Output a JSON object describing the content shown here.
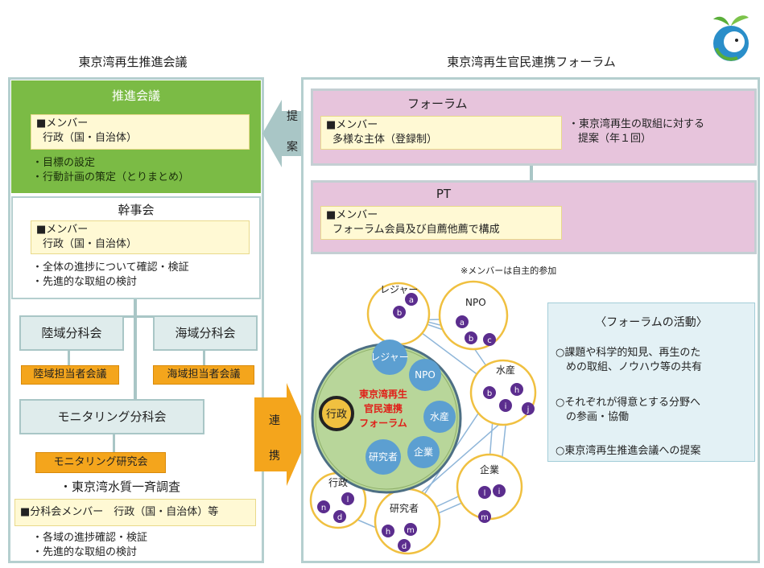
{
  "left": {
    "title": "東京湾再生推進会議",
    "suishin": {
      "head": "推進会議",
      "member_title": "■メンバー",
      "member_body": "行政（国・自治体）",
      "bullets": [
        "・目標の設定",
        "・行動計画の策定（とりまとめ）"
      ]
    },
    "kanji": {
      "head": "幹事会",
      "member_title": "■メンバー",
      "member_body": "行政（国・自治体）",
      "bullets": [
        "・全体の進捗について確認・検証",
        "・先進的な取組の検討"
      ]
    },
    "rikuiki": "陸域分科会",
    "kaiiki": "海域分科会",
    "rikuiki_tanto": "陸域担当者会議",
    "kaiiki_tanto": "海域担当者会議",
    "monitoring": "モニタリング分科会",
    "monitoring_kenkyu": "モニタリング研究会",
    "survey": "・東京湾水質一斉調査",
    "bunkakai_member": "■分科会メンバー　行政（国・自治体）等",
    "bullets": [
      "・各域の進捗確認・検証",
      "・先進的な取組の検討"
    ]
  },
  "arrows": {
    "teian": [
      "提",
      "案"
    ],
    "renkei": [
      "連",
      "携"
    ]
  },
  "right": {
    "title": "東京湾再生官民連携フォーラム",
    "forum": {
      "head": "フォーラム",
      "member_title": "■メンバー",
      "member_body": "多様な主体（登録制）",
      "note_line1": "・東京湾再生の取組に対する",
      "note_line2": "提案（年１回）"
    },
    "pt": {
      "head": "PT",
      "member_title": "■メンバー",
      "member_body": "フォーラム会員及び自薦他薦で構成"
    },
    "footnote": "※メンバーは自主的参加",
    "network": {
      "center_lines": [
        "東京湾再生",
        "官民連携",
        "フォーラム"
      ],
      "gyosei_center": "行政",
      "inner": [
        "レジャー",
        "NPO",
        "水産",
        "企業",
        "研究者"
      ],
      "groups": [
        "レジャー",
        "NPO",
        "水産",
        "企業",
        "研究者",
        "行政"
      ],
      "dots": [
        "a",
        "b",
        "a",
        "b",
        "c",
        "b",
        "h",
        "i",
        "j",
        "l",
        "i",
        "m",
        "h",
        "m",
        "d",
        "n",
        "l",
        "d"
      ]
    },
    "activities": {
      "title": "〈フォーラムの活動〉",
      "items": [
        [
          "○課題や科学的知見、再生のた",
          "　めの取組、ノウハウ等の共有"
        ],
        [
          "○それぞれが得意とする分野へ",
          "　の参画・協働"
        ],
        [
          "○東京湾再生推進会議への提案"
        ]
      ]
    }
  },
  "colors": {
    "green": "#7bbb45",
    "pink": "#e7c4dc",
    "orange": "#f4a51c",
    "purple": "#5b2d8e",
    "gold": "#f0c040",
    "teal": "#a9c6c6"
  }
}
